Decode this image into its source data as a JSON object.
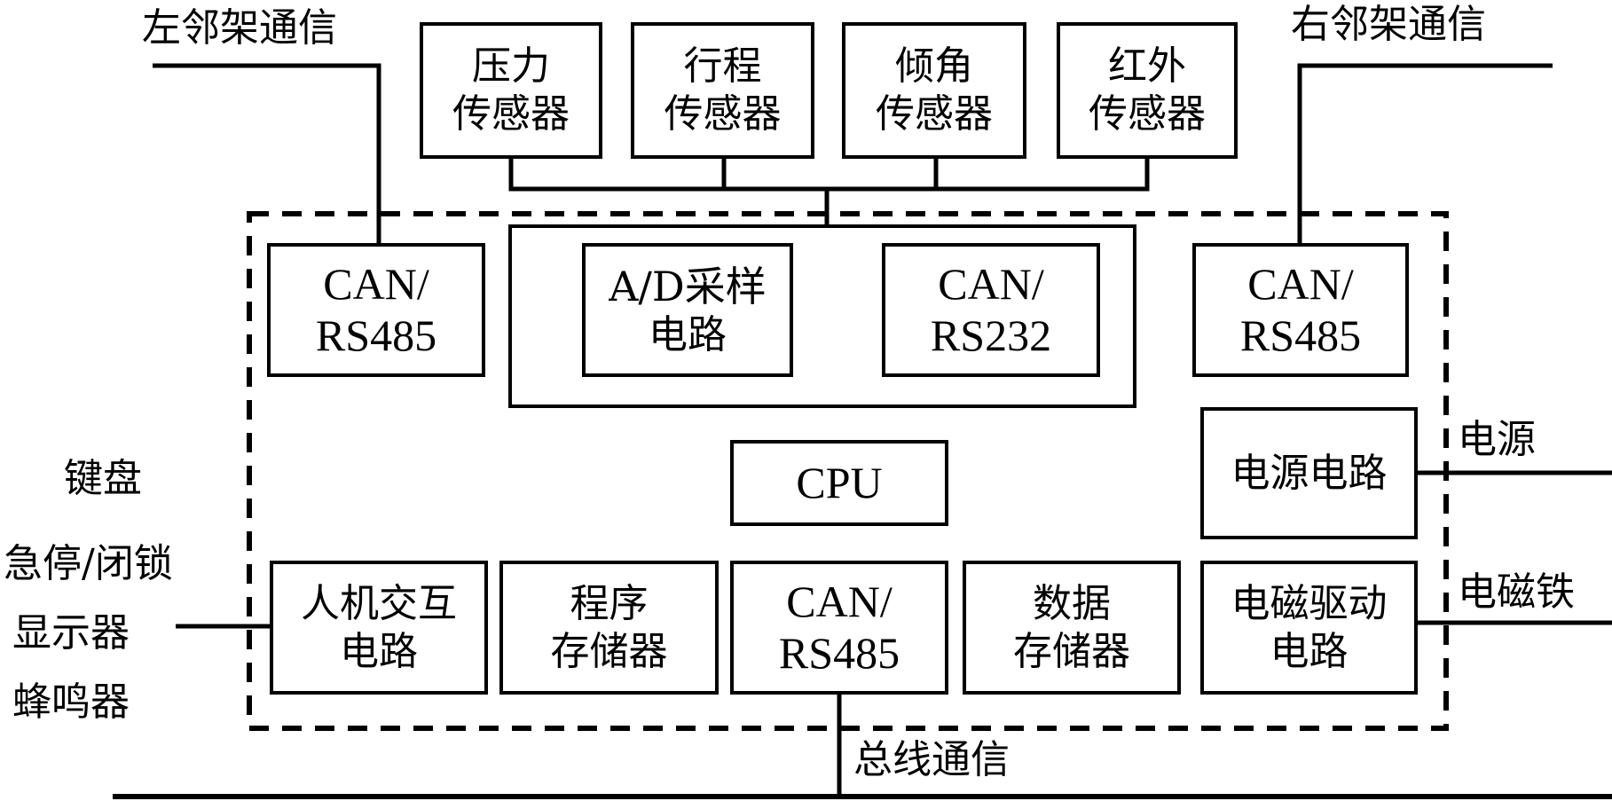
{
  "external_labels": {
    "left_neighbor": "左邻架通信",
    "right_neighbor": "右邻架通信",
    "keyboard": "键盘",
    "estop_lock": "急停/闭锁",
    "display": "显示器",
    "buzzer": "蜂鸣器",
    "power": "电源",
    "electromagnet": "电磁铁",
    "bus_comm": "总线通信"
  },
  "sensors": [
    {
      "line1": "压力",
      "line2": "传感器"
    },
    {
      "line1": "行程",
      "line2": "传感器"
    },
    {
      "line1": "倾角",
      "line2": "传感器"
    },
    {
      "line1": "红外",
      "line2": "传感器"
    }
  ],
  "modules": {
    "left_can": {
      "line1": "CAN/",
      "line2": "RS485"
    },
    "ad_sampling": {
      "line1": "A/D采样",
      "line2": "电路"
    },
    "can_rs232": {
      "line1": "CAN/",
      "line2": "RS232"
    },
    "right_can": {
      "line1": "CAN/",
      "line2": "RS485"
    },
    "cpu": {
      "line1": "CPU"
    },
    "power_circuit": {
      "line1": "电源电路"
    },
    "hmi": {
      "line1": "人机交互",
      "line2": "电路"
    },
    "program_memory": {
      "line1": "程序",
      "line2": "存储器"
    },
    "bus_can": {
      "line1": "CAN/",
      "line2": "RS485"
    },
    "data_memory": {
      "line1": "数据",
      "line2": "存储器"
    },
    "em_driver": {
      "line1": "电磁驱动",
      "line2": "电路"
    }
  }
}
